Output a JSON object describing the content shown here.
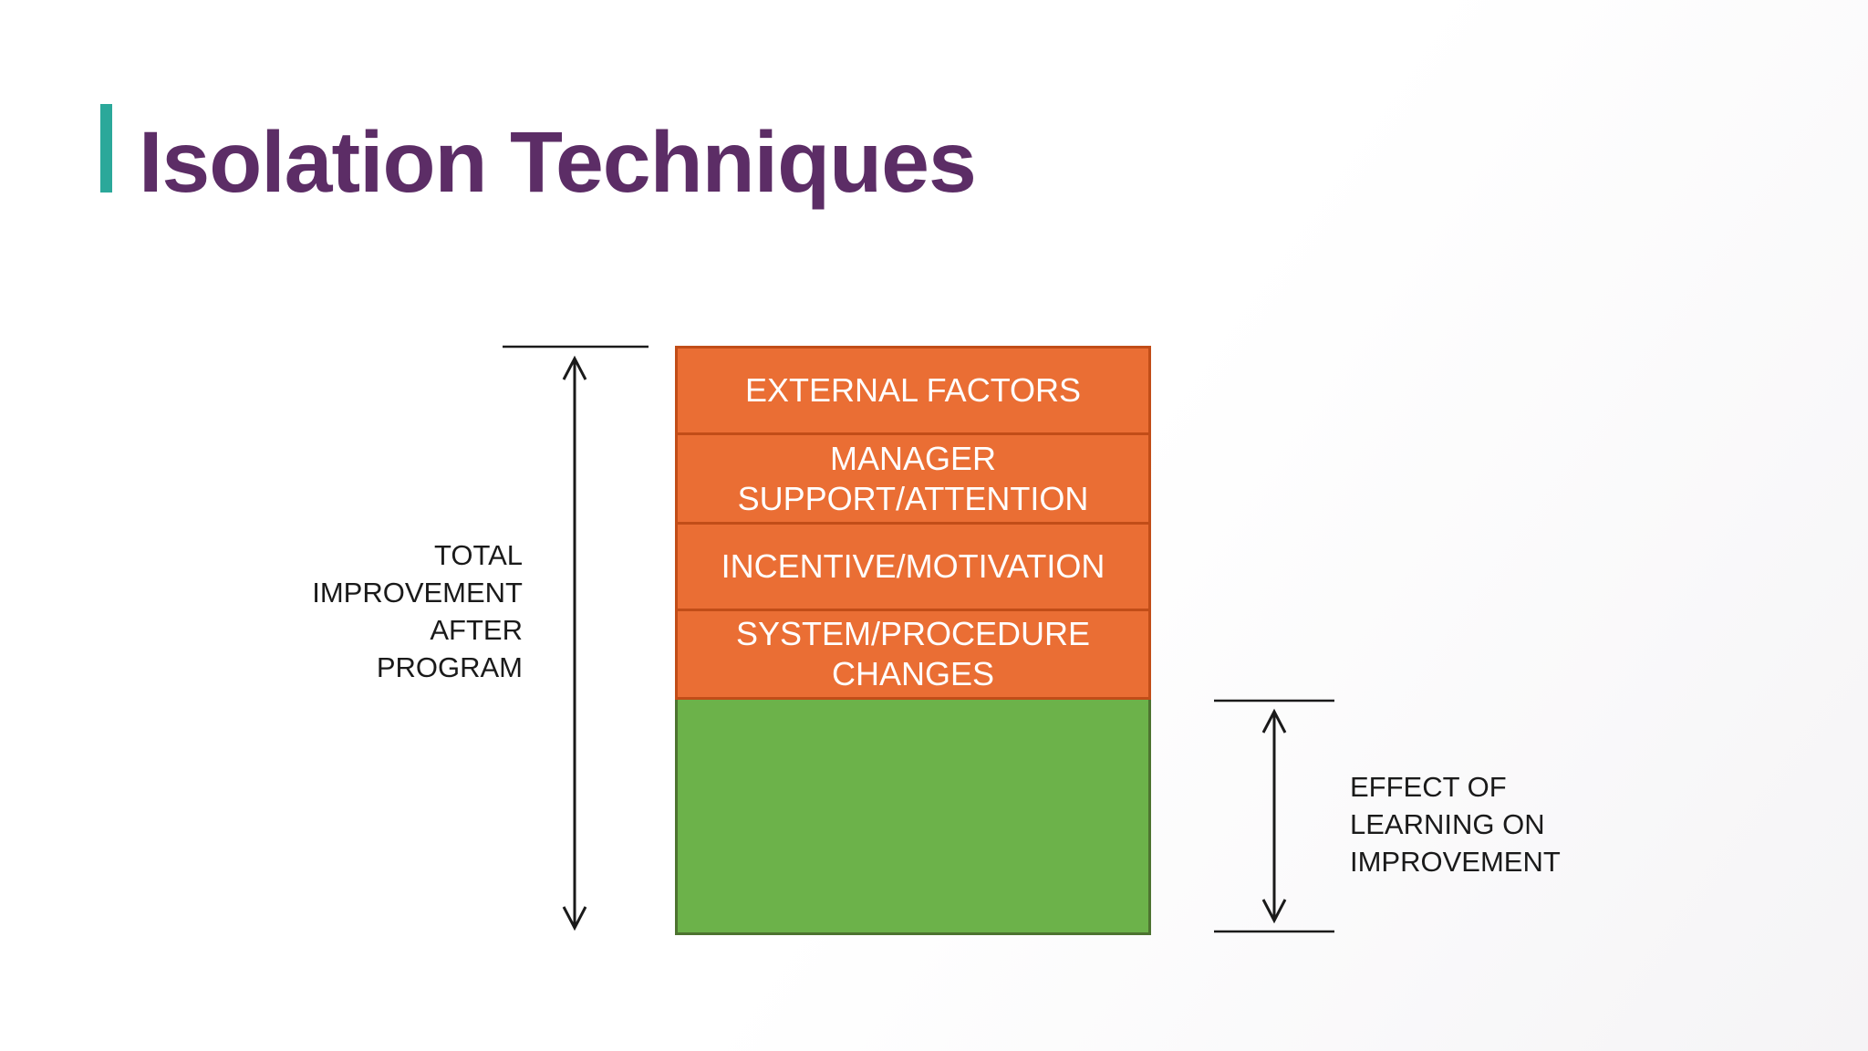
{
  "slide": {
    "title": "Isolation Techniques",
    "title_color": "#5C2D66",
    "accent_bar_color": "#2BA89A",
    "background_color": "#FFFFFF"
  },
  "diagram": {
    "type": "stacked-improvement-isolation",
    "segments": [
      {
        "id": "external-factors",
        "label": "EXTERNAL FACTORS",
        "fill": "#EA6E34",
        "border": "#C14D18"
      },
      {
        "id": "manager-support",
        "label": "MANAGER\nSUPPORT/ATTENTION",
        "fill": "#EA6E34",
        "border": "#C14D18"
      },
      {
        "id": "incentive-motivation",
        "label": "INCENTIVE/MOTIVATION",
        "fill": "#EA6E34",
        "border": "#C14D18"
      },
      {
        "id": "system-procedure",
        "label": "SYSTEM/PROCEDURE\nCHANGES",
        "fill": "#EA6E34",
        "border": "#C14D18"
      },
      {
        "id": "learning-effect",
        "label": "",
        "fill": "#6CB24A",
        "border": "#4D7330"
      }
    ],
    "annotations": {
      "left": {
        "label": "TOTAL\nIMPROVEMENT\nAFTER\nPROGRAM"
      },
      "right": {
        "label": "EFFECT OF\nLEARNING ON\nIMPROVEMENT"
      }
    },
    "arrow_color": "#1A1A1A",
    "text_color": "#1A1A1A",
    "segment_text_color": "#FFFFFF"
  }
}
